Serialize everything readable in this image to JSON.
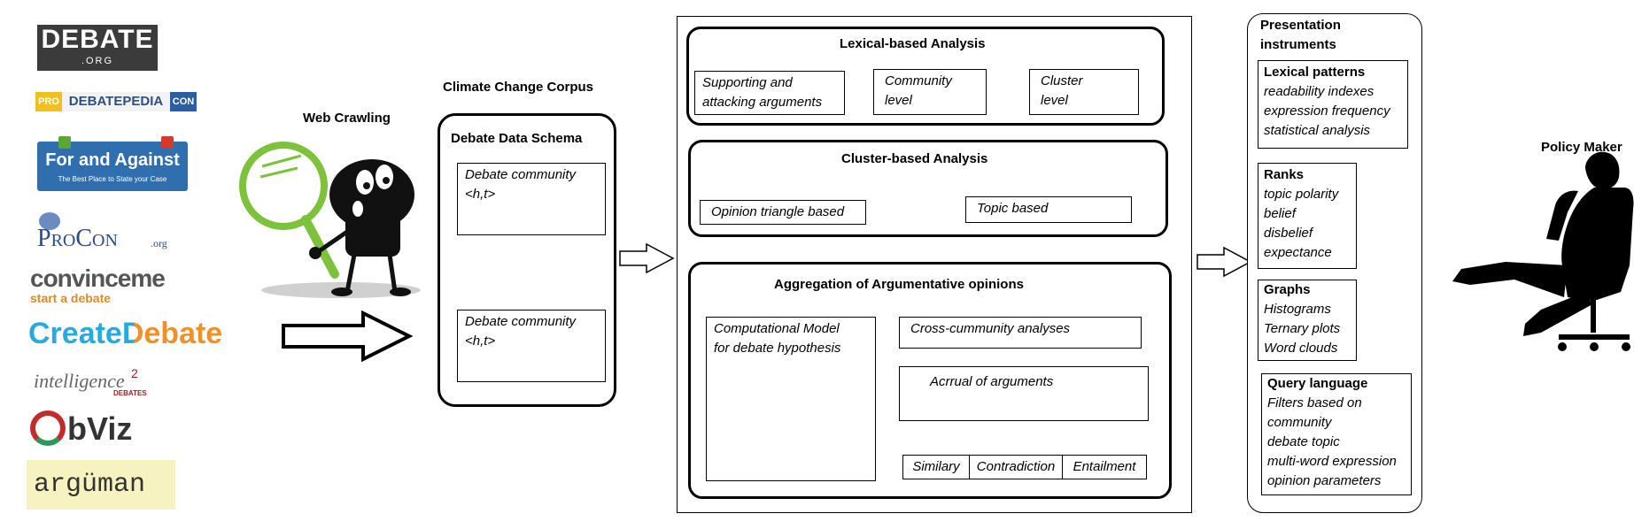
{
  "logos": {
    "debateorg": {
      "main": "DEBATE",
      "sub": ".ORG"
    },
    "debatepedia": {
      "pro": "PRO",
      "main": "DEBATEPEDIA",
      "con": "CON"
    },
    "forandagainst": {
      "main": "For and Against",
      "sub": "The Best Place to State your Case"
    },
    "procon": {
      "main": "ProCon",
      "sub": ".org"
    },
    "convinceme": {
      "main": "convinceme",
      "sub": "start a debate"
    },
    "createdebate": {
      "main": "CreateDebate"
    },
    "intelligence": {
      "main": "intelligence",
      "sup": "2",
      "sub": "DEBATES"
    },
    "obviz": {
      "main": "bViz"
    },
    "arguman": {
      "main": "argüman"
    }
  },
  "web_crawling": {
    "label": "Web Crawling"
  },
  "corpus": {
    "title": "Climate Change Corpus",
    "schema_title": "Debate Data Schema",
    "community1": {
      "line1": "Debate community",
      "line2": "<h,t>"
    },
    "community2": {
      "line1": "Debate community",
      "line2": "<h,t>"
    }
  },
  "analysis": {
    "lexical": {
      "title": "Lexical-based Analysis",
      "box1": {
        "line1": "Supporting and",
        "line2": "attacking arguments"
      },
      "box2": {
        "line1": "Community",
        "line2": "level"
      },
      "box3": {
        "line1": "Cluster",
        "line2": "level"
      }
    },
    "cluster": {
      "title": "Cluster-based Analysis",
      "box1": "Opinion triangle based",
      "box2": "Topic based"
    },
    "aggregation": {
      "title": "Aggregation of Argumentative opinions",
      "model": {
        "line1": "Computational Model",
        "line2": "for debate hypothesis"
      },
      "cross": "Cross-cummunity analyses",
      "accrual": "Acrrual of arguments",
      "relations": [
        "Similary",
        "Contradiction",
        "Entailment"
      ]
    }
  },
  "presentation": {
    "title_line1": "Presentation",
    "title_line2": "instruments",
    "lexical": {
      "title": "Lexical patterns",
      "items": [
        "readability indexes",
        "expression frequency",
        "statistical analysis"
      ]
    },
    "ranks": {
      "title": "Ranks",
      "items": [
        "topic polarity",
        "belief",
        "disbelief",
        "expectance"
      ]
    },
    "graphs": {
      "title": "Graphs",
      "items": [
        "Histograms",
        "Ternary plots",
        "Word clouds"
      ]
    },
    "query": {
      "title": "Query language",
      "items": [
        "Filters based on",
        "community",
        "debate topic",
        "multi-word expression",
        "opinion parameters"
      ]
    }
  },
  "policy_maker": {
    "label": "Policy Maker"
  }
}
